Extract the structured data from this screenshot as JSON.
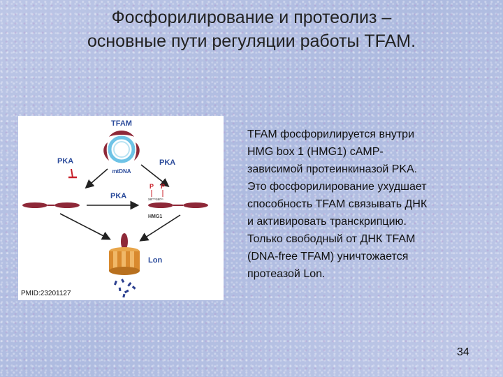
{
  "slide": {
    "title_line_1": "Фосфорилирование и протеолиз –",
    "title_line_2": "основные пути регуляции работы TFAM.",
    "page_number": "34"
  },
  "figure": {
    "labels": {
      "tfam": "TFAM",
      "pka_left": "PKA",
      "pka_right": "PKA",
      "pka_center": "PKA",
      "mtdna": "mtDNA",
      "p1": "P",
      "p2": "P",
      "ser": "ser⁵⁵ser⁶¹",
      "hmg1": "HMG1",
      "lon": "Lon"
    },
    "credit": "PMID:23201127"
  },
  "description": {
    "lines": [
      "TFAM фосфорилируется внутри",
      "HMG box 1 (HMG1) cAMP-",
      "зависимой протеинкиназой PKA.",
      "Это фосфорилирование ухудшает",
      "способность TFAM связывать  ДНК",
      "и активировать транскрипцию.",
      "Только свободный от ДНК TFAM",
      "(DNA-free TFAM) уничтожается",
      "протеазой Lon."
    ]
  }
}
